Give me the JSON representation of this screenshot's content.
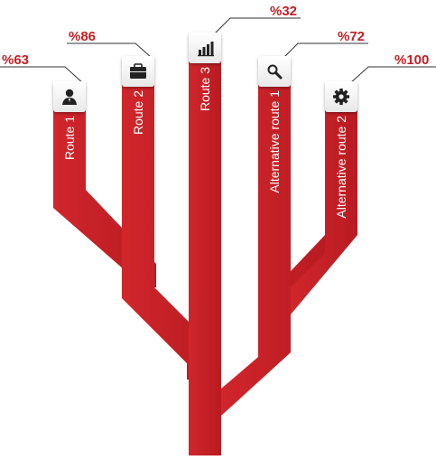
{
  "colors": {
    "branch": "#c41e24",
    "branch_dark": "#a8171c",
    "percent_text": "#c41e24",
    "label_text": "#ffffff",
    "icon_tile": "#f4f4f4",
    "icon_glyph": "#222222",
    "leader_line": "#333333"
  },
  "routes": [
    {
      "label": "Route 1",
      "percent": "%63",
      "icon": "person-icon"
    },
    {
      "label": "Route 2",
      "percent": "%86",
      "icon": "briefcase-icon"
    },
    {
      "label": "Route 3",
      "percent": "%32",
      "icon": "bar-chart-icon"
    },
    {
      "label": "Alternative route 1",
      "percent": "%72",
      "icon": "search-icon"
    },
    {
      "label": "Alternative route 2",
      "percent": "%100",
      "icon": "gear-icon"
    }
  ]
}
